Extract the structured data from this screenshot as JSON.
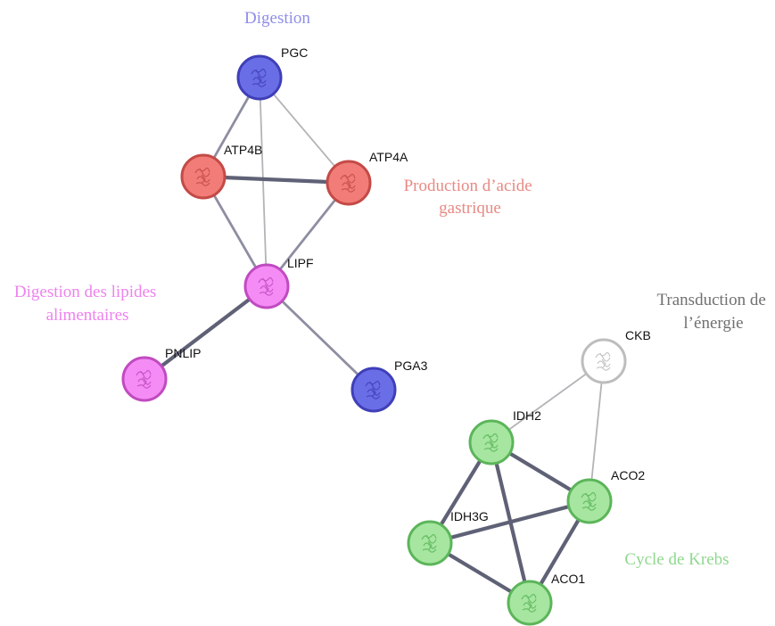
{
  "groups": {
    "digestion": {
      "label": "Digestion",
      "color": "#8e8ee8"
    },
    "acid": {
      "lines": [
        "Production d’acide",
        "gastrique"
      ],
      "color": "#e88a84"
    },
    "lipids": {
      "lines": [
        "Digestion des lipides",
        "alimentaires"
      ],
      "color": "#ee82ee"
    },
    "energy": {
      "lines": [
        "Transduction de",
        "l’énergie"
      ],
      "color": "#707070"
    },
    "krebs": {
      "label": "Cycle de Krebs",
      "color": "#8fd88f"
    }
  },
  "nodes": {
    "PGC": {
      "label": "PGC",
      "fill": "#6a6ee6",
      "stroke": "#3f3fb8",
      "icon": "protein-structure-icon"
    },
    "ATP4B": {
      "label": "ATP4B",
      "fill": "#f27c77",
      "stroke": "#c44a47",
      "icon": "protein-structure-icon"
    },
    "ATP4A": {
      "label": "ATP4A",
      "fill": "#f27c77",
      "stroke": "#c44a47",
      "icon": "protein-structure-icon"
    },
    "LIPF": {
      "label": "LIPF",
      "fill": "#f58cf5",
      "stroke": "#c04bc0",
      "icon": "protein-structure-icon"
    },
    "PNLIP": {
      "label": "PNLIP",
      "fill": "#f58cf5",
      "stroke": "#c04bc0",
      "icon": "protein-structure-icon"
    },
    "PGA3": {
      "label": "PGA3",
      "fill": "#6a6ee6",
      "stroke": "#3f3fb8",
      "icon": "protein-structure-icon"
    },
    "CKB": {
      "label": "CKB",
      "fill": "#ffffff",
      "stroke": "#bdbdbd",
      "icon": "protein-structure-icon"
    },
    "IDH2": {
      "label": "IDH2",
      "fill": "#a6e6a0",
      "stroke": "#5cb55a",
      "icon": "protein-structure-icon"
    },
    "ACO2": {
      "label": "ACO2",
      "fill": "#a6e6a0",
      "stroke": "#5cb55a",
      "icon": "protein-structure-icon"
    },
    "IDH3G": {
      "label": "IDH3G",
      "fill": "#a6e6a0",
      "stroke": "#5cb55a",
      "icon": "protein-structure-icon"
    },
    "ACO1": {
      "label": "ACO1",
      "fill": "#a6e6a0",
      "stroke": "#5cb55a",
      "icon": "protein-structure-icon"
    }
  },
  "edges": [
    {
      "source": "PGC",
      "target": "ATP4B",
      "strength": "medium"
    },
    {
      "source": "PGC",
      "target": "ATP4A",
      "strength": "weak"
    },
    {
      "source": "PGC",
      "target": "LIPF",
      "strength": "weak"
    },
    {
      "source": "ATP4B",
      "target": "ATP4A",
      "strength": "strong"
    },
    {
      "source": "ATP4B",
      "target": "LIPF",
      "strength": "medium"
    },
    {
      "source": "ATP4A",
      "target": "LIPF",
      "strength": "medium"
    },
    {
      "source": "LIPF",
      "target": "PNLIP",
      "strength": "strong"
    },
    {
      "source": "LIPF",
      "target": "PGA3",
      "strength": "medium"
    },
    {
      "source": "CKB",
      "target": "IDH2",
      "strength": "weak"
    },
    {
      "source": "CKB",
      "target": "ACO2",
      "strength": "weak"
    },
    {
      "source": "IDH2",
      "target": "ACO2",
      "strength": "strong"
    },
    {
      "source": "IDH2",
      "target": "IDH3G",
      "strength": "strong"
    },
    {
      "source": "IDH2",
      "target": "ACO1",
      "strength": "strong"
    },
    {
      "source": "ACO2",
      "target": "IDH3G",
      "strength": "strong"
    },
    {
      "source": "ACO2",
      "target": "ACO1",
      "strength": "strong"
    },
    {
      "source": "IDH3G",
      "target": "ACO1",
      "strength": "strong"
    }
  ]
}
